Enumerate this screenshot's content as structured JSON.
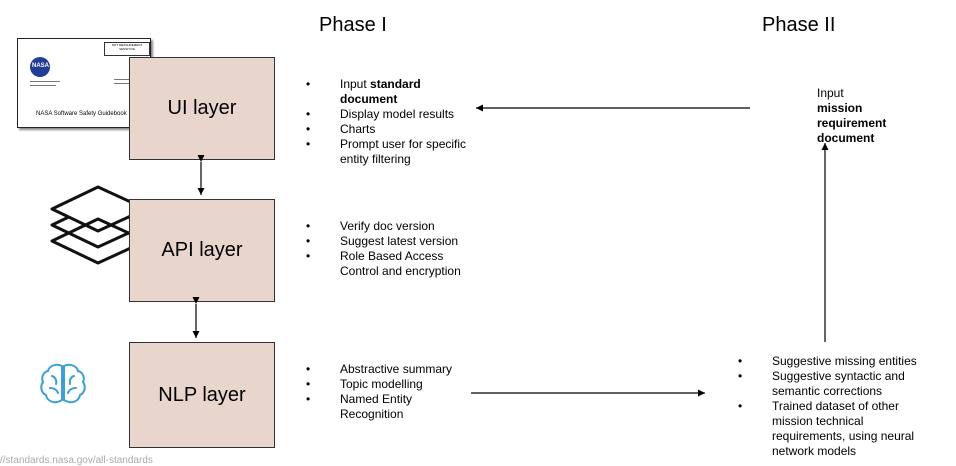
{
  "phase1": {
    "title": "Phase I"
  },
  "phase2": {
    "title": "Phase II"
  },
  "layers": {
    "ui": "UI layer",
    "api": "API layer",
    "nlp": "NLP layer"
  },
  "document_thumbnail": {
    "caption": "NASA Software Safety Guidebook",
    "stamp": "NOT MEASUREMENT SENSITIVE"
  },
  "ui_bullets": {
    "item1_prefix": "Input ",
    "item1_bold": "standard document",
    "item2": "Display model results",
    "item3": "Charts",
    "item4": "Prompt user for specific entity filtering"
  },
  "api_bullets": {
    "item1": "Verify doc version",
    "item2": "Suggest latest version",
    "item3": "Role Based Access Control and encryption"
  },
  "nlp_bullets": {
    "item1": "Abstractive summary",
    "item2": "Topic modelling",
    "item3": "Named Entity Recognition"
  },
  "phase2_input": {
    "prefix": "Input",
    "bold": "mission requirement document"
  },
  "phase2_bullets": {
    "item1": "Suggestive missing entities",
    "item2": "Suggestive syntactic and semantic corrections",
    "item3": "Trained dataset of other mission technical requirements, using neural network models"
  },
  "footer": {
    "url": "//standards.nasa.gov/all-standards"
  },
  "colors": {
    "layer_fill": "#e8d6cc",
    "brain_icon": "#3aa0d8"
  }
}
